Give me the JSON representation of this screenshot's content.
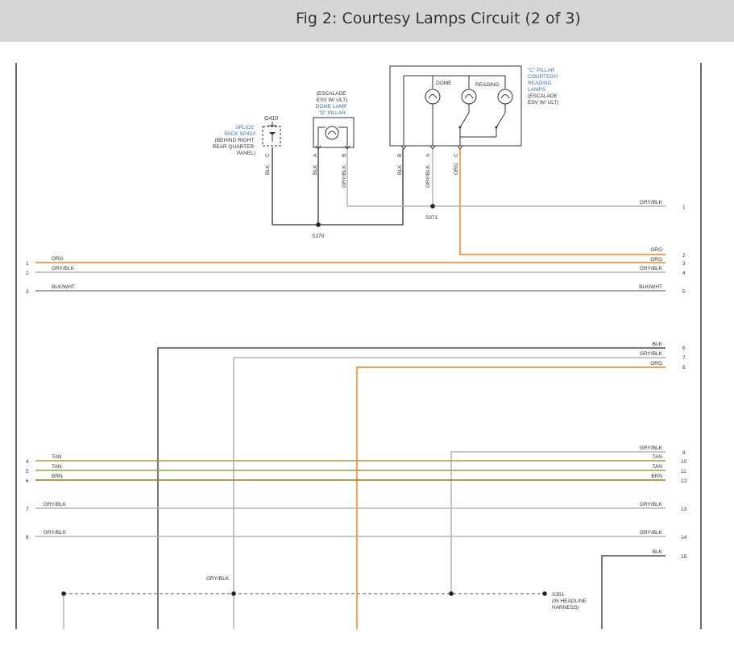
{
  "title": "Fig 2: Courtesy Lamps Circuit (2 of 3)",
  "colors": {
    "org": "#f5821f",
    "gry": "#b4b4b4",
    "blk": "#4d4d4d",
    "tan": "#a89a4a",
    "brn": "#a07818",
    "blue": "#3b6fb6",
    "frame": "#333333"
  },
  "components": {
    "g410": "G410",
    "splice_pack": [
      "SPLICE",
      "PACK SP410"
    ],
    "splice_pack_note": [
      "(BEHIND RIGHT",
      "REAR QUARTER",
      "PANEL)"
    ],
    "dome_note": [
      "(ESCALADE",
      "ESV W/ ULT)"
    ],
    "dome_lamp": [
      "DOME LAMP",
      "\"D\" PILLAR"
    ],
    "c_pillar": [
      "\"C\" PILLAR",
      "COURTESY/",
      "READING",
      "LAMPS"
    ],
    "c_pillar_note": [
      "(ESCALADE",
      "ESV W/ ULT)"
    ],
    "dome_label": "DOME",
    "reading_label": "READING",
    "s370": "S370",
    "s371": "S371",
    "s351": "S351",
    "s351_note": [
      "(IN HEADLINE",
      "HARNESS)"
    ]
  },
  "pins": {
    "sp_c": "C",
    "dome_a": "A",
    "dome_b": "B",
    "cp_b": "B",
    "cp_a": "A",
    "cp_c": "C"
  },
  "wire_labels": {
    "sp_c": "BLK",
    "dome_a": "BLK",
    "dome_b": "GRY/BLK",
    "cp_b": "BLK",
    "cp_a": "GRY/BLK",
    "cp_c": "ORG"
  },
  "right_wires": [
    {
      "num": "1",
      "label": "GRY/BLK"
    },
    {
      "num": "2",
      "label": "ORG"
    },
    {
      "num": "3",
      "label": "ORG"
    },
    {
      "num": "4",
      "label": "GRY/BLK"
    },
    {
      "num": "5",
      "label": "BLK/WHT"
    },
    {
      "num": "6",
      "label": "BLK"
    },
    {
      "num": "7",
      "label": "GRY/BLK"
    },
    {
      "num": "8",
      "label": "ORG"
    },
    {
      "num": "9",
      "label": "GRY/BLK"
    },
    {
      "num": "10",
      "label": "TAN"
    },
    {
      "num": "11",
      "label": "TAN"
    },
    {
      "num": "12",
      "label": "BRN"
    },
    {
      "num": "13",
      "label": "GRY/BLK"
    },
    {
      "num": "14",
      "label": "GRY/BLK"
    },
    {
      "num": "15",
      "label": "BLK"
    }
  ],
  "left_wires": [
    {
      "num": "1",
      "label": "ORG"
    },
    {
      "num": "2",
      "label": "GRY/BLK"
    },
    {
      "num": "3",
      "label": "BLK/WHT"
    },
    {
      "num": "4",
      "label": "TAN"
    },
    {
      "num": "5",
      "label": "TAN"
    },
    {
      "num": "6",
      "label": "BRN"
    },
    {
      "num": "7",
      "label": "GRY/BLK"
    },
    {
      "num": "8",
      "label": "GRY/BLK"
    }
  ],
  "bottom_label": "GRY/BLK"
}
